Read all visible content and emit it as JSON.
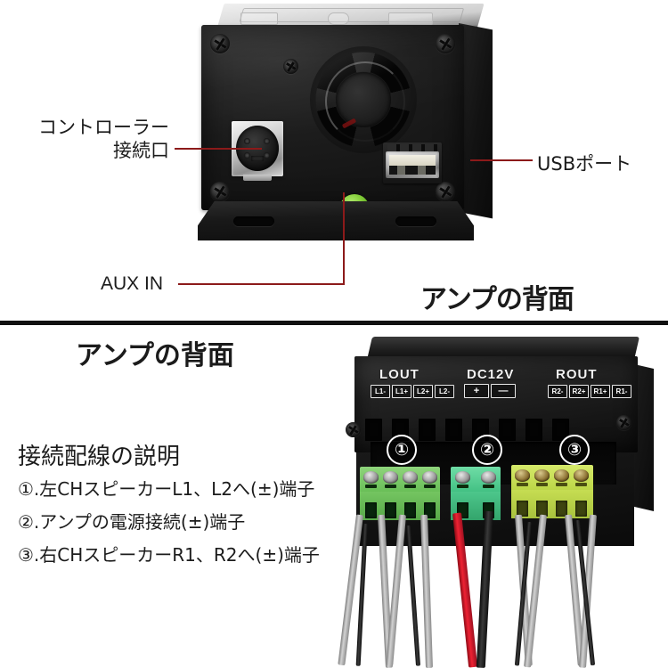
{
  "document": {
    "type": "product-instruction-diagram",
    "language": "ja",
    "background_color": "#ffffff"
  },
  "panels": {
    "top": {
      "heading": "アンプの背面",
      "callouts": [
        {
          "id": "controller-port",
          "label_line1": "コントローラー",
          "label_line2": "接続口"
        },
        {
          "id": "usb-port",
          "label_line1": "USBポート",
          "label_line2": ""
        },
        {
          "id": "aux-in",
          "label_line1": "AUX IN",
          "label_line2": ""
        }
      ],
      "device": {
        "name": "amplifier-rear-panel",
        "ports": [
          "mini-din-connector",
          "cooling-fan-grille",
          "usb-a-port",
          "aux-in-jack"
        ],
        "accent_color": "#86cf3c"
      }
    },
    "bottom": {
      "heading": "アンプの背面",
      "description_title": "接続配線の説明",
      "description_items": [
        "①.左CHスピーカーL1、L2へ(±)端子",
        "②.アンプの電源接続(±)端子",
        "③.右CHスピーカーR1、R2へ(±)端子"
      ],
      "terminal_groups": [
        {
          "marker": "①",
          "title": "LOUT",
          "pins": [
            "L1-",
            "L1+",
            "L2+",
            "L2-"
          ],
          "block_color": "#7ec86a",
          "wire_colors": [
            "#b9b9b9",
            "#b9b9b9",
            "#b9b9b9",
            "#b9b9b9"
          ]
        },
        {
          "marker": "②",
          "title": "DC12V",
          "pins": [
            "+",
            "—"
          ],
          "block_color": "#4cc98a",
          "wire_colors": [
            "#e52b3c",
            "#121212"
          ]
        },
        {
          "marker": "③",
          "title": "ROUT",
          "pins": [
            "R2-",
            "R2+",
            "R1+",
            "R1-"
          ],
          "block_color": "#c3dd52",
          "wire_colors": [
            "#b9b9b9",
            "#b9b9b9",
            "#b9b9b9",
            "#b9b9b9"
          ]
        }
      ]
    }
  },
  "style": {
    "leader_line_color": "#8c1a1a",
    "divider_color": "#111111",
    "text_color": "#1b1b1b"
  }
}
